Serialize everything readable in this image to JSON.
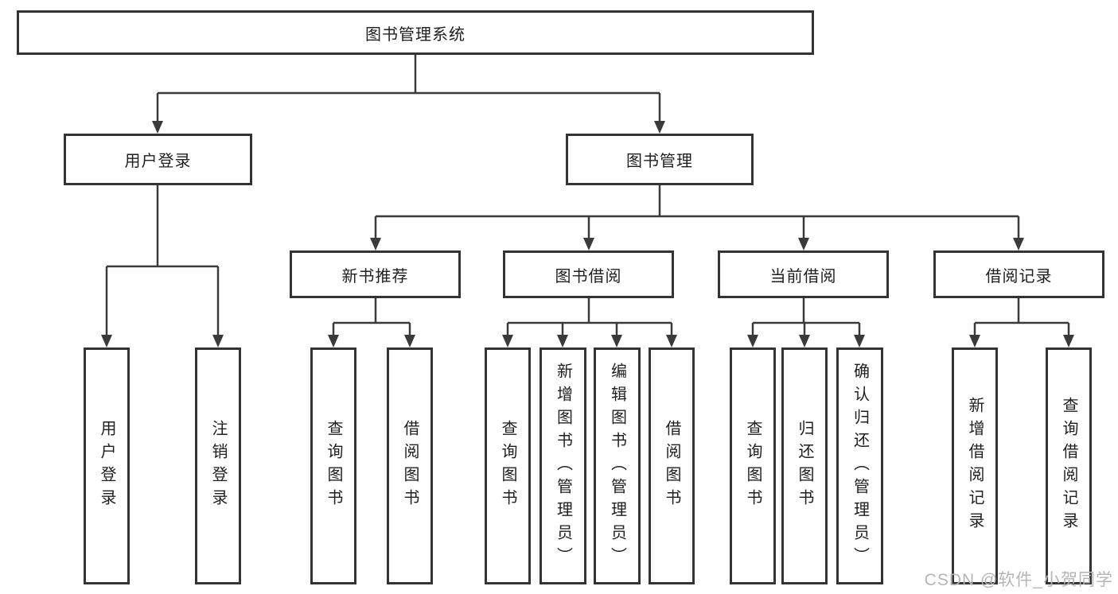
{
  "diagram": {
    "title": "图书管理系统",
    "level2": [
      {
        "label": "用户登录"
      },
      {
        "label": "图书管理"
      }
    ],
    "level3": [
      {
        "label": "新书推荐",
        "parent": "图书管理"
      },
      {
        "label": "图书借阅",
        "parent": "图书管理"
      },
      {
        "label": "当前借阅",
        "parent": "图书管理"
      },
      {
        "label": "借阅记录",
        "parent": "图书管理"
      }
    ],
    "leaves": [
      {
        "label": "用户登录",
        "parent": "用户登录"
      },
      {
        "label": "注销登录",
        "parent": "用户登录"
      },
      {
        "label": "查询图书",
        "parent": "新书推荐"
      },
      {
        "label": "借阅图书",
        "parent": "新书推荐"
      },
      {
        "label": "查询图书",
        "parent": "图书借阅"
      },
      {
        "label": "新增图书（管理员）",
        "parent": "图书借阅"
      },
      {
        "label": "编辑图书（管理员）",
        "parent": "图书借阅"
      },
      {
        "label": "借阅图书",
        "parent": "图书借阅"
      },
      {
        "label": "查询图书",
        "parent": "当前借阅"
      },
      {
        "label": "归还图书",
        "parent": "当前借阅"
      },
      {
        "label": "确认归还（管理员）",
        "parent": "当前借阅"
      },
      {
        "label": "新增借阅记录",
        "parent": "借阅记录"
      },
      {
        "label": "查询借阅记录",
        "parent": "借阅记录"
      }
    ]
  },
  "watermark": "CSDN @软件_小贺同学",
  "colors": {
    "line": "#3a3a3a",
    "border": "#333333",
    "text": "#1f1f1f",
    "watermark": "#b5b5b5",
    "background": "#ffffff"
  }
}
